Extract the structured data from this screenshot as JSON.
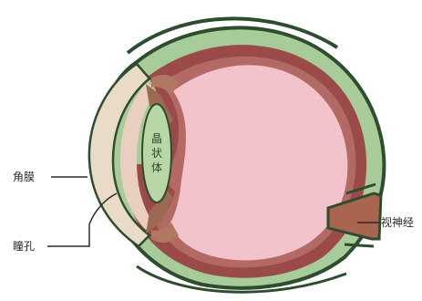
{
  "diagram": {
    "labels": {
      "cornea": "角膜",
      "pupil": "瞳孔",
      "optic_nerve": "视神经",
      "lens": [
        "晶",
        "状",
        "体"
      ]
    }
  },
  "colors": {
    "vitreous": "#f3c3cc",
    "choroid": "#9a4a48",
    "choroid_light": "#b46a64",
    "sclera": "#a7cc9a",
    "sclera_dark": "#2e4d2e",
    "cornea": "#eadbc8",
    "iris": "#9c6a52",
    "lens": "#b9d6a6",
    "optic_nerve": "#a9654e",
    "leader_line": "#2b2b2b"
  }
}
